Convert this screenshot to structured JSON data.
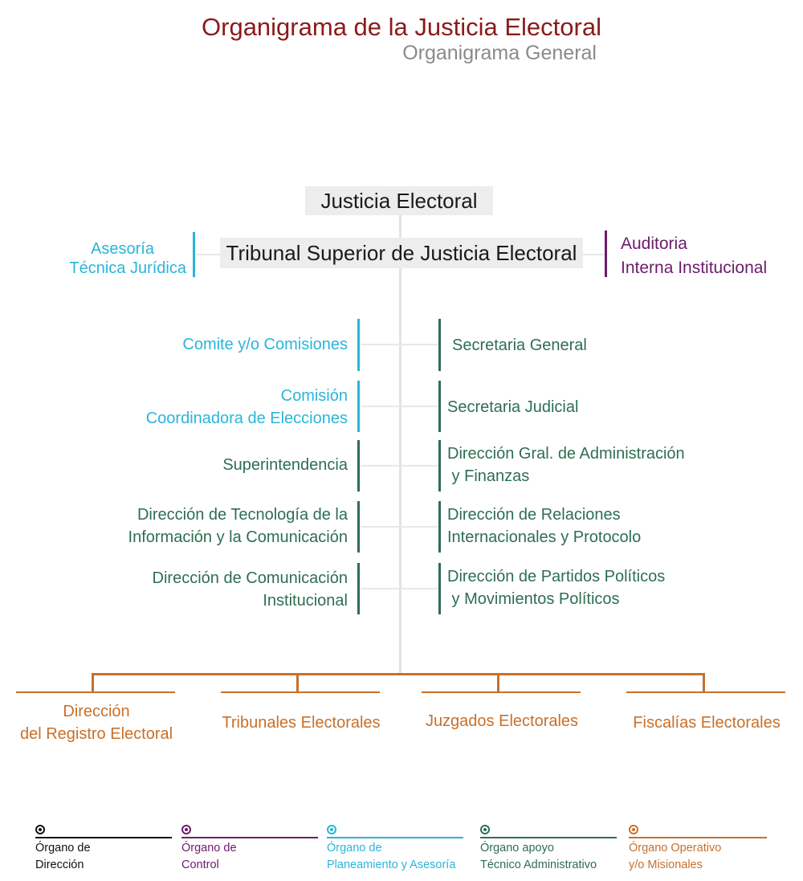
{
  "header": {
    "title": "Organigrama de la Justicia Electoral",
    "subtitle": "Organigrama General"
  },
  "colors": {
    "title": "#8b1a1a",
    "direccion": "#111111",
    "control": "#6b1c6b",
    "planeamiento": "#2bb5d8",
    "apoyo": "#2e6e52",
    "operativo": "#c8702a"
  },
  "top": {
    "root": "Justicia Electoral",
    "tribunal": "Tribunal Superior de Justicia Electoral",
    "asesoria": [
      "Asesoría",
      "Técnica Jurídica"
    ],
    "auditoria": [
      "Auditoria",
      "Interna Institucional"
    ]
  },
  "left_units": [
    {
      "lines": [
        "Comite y/o Comisiones"
      ]
    },
    {
      "lines": [
        "Comisión",
        "Coordinadora de Elecciones"
      ]
    },
    {
      "lines": [
        "Superintendencia"
      ]
    },
    {
      "lines": [
        "Dirección de Tecnología de la",
        "Información y la Comunicación"
      ]
    },
    {
      "lines": [
        "Dirección de Comunicación",
        "Institucional"
      ]
    }
  ],
  "right_units": [
    {
      "lines": [
        "Secretaria General"
      ]
    },
    {
      "lines": [
        "Secretaria Judicial"
      ]
    },
    {
      "lines": [
        "Dirección Gral. de Administración",
        " y Finanzas"
      ]
    },
    {
      "lines": [
        "Dirección de Relaciones",
        "Internacionales y Protocolo"
      ]
    },
    {
      "lines": [
        "Dirección de Partidos Políticos",
        " y Movimientos Políticos"
      ]
    }
  ],
  "operativos": [
    {
      "lines": [
        "Dirección",
        "del Registro Electoral"
      ]
    },
    {
      "lines": [
        "Tribunales Electorales"
      ]
    },
    {
      "lines": [
        "Juzgados Electorales"
      ]
    },
    {
      "lines": [
        "Fiscalías Electorales"
      ]
    }
  ],
  "legend": [
    {
      "lines": [
        "Órgano de",
        "Dirección"
      ],
      "color": "#111111"
    },
    {
      "lines": [
        "Órgano de",
        "Control"
      ],
      "color": "#6b1c6b"
    },
    {
      "lines": [
        "Órgano de",
        "Planeamiento y Asesoría"
      ],
      "color": "#2bb5d8"
    },
    {
      "lines": [
        "Órgano apoyo",
        "Técnico Administrativo"
      ],
      "color": "#2e6e52"
    },
    {
      "lines": [
        "Órgano Operativo",
        "y/o Misionales"
      ],
      "color": "#c8702a"
    }
  ]
}
